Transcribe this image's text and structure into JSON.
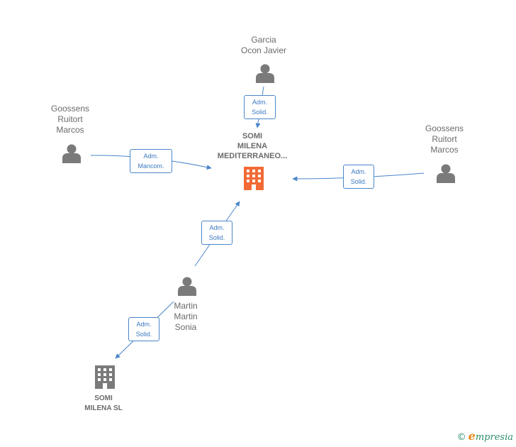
{
  "nodes": {
    "top_person": "Garcia\nOcon Javier",
    "left_person": "Goossens\nRuitort\nMarcos",
    "right_person": "Goossens\nRuitort\nMarcos",
    "middle_person": "Martin\nMartin\nSonia",
    "main_company": "SOMI\nMILENA\nMEDITERRANEO...",
    "sub_company": "SOMI\nMILENA  SL"
  },
  "edges": {
    "top": "Adm.\nSolid.",
    "left": "Adm.\nMancom.",
    "right": "Adm.\nSolid.",
    "middle": "Adm.\nSolid.",
    "lower": "Adm.\nSolid."
  },
  "colors": {
    "edge": "#4a86c8",
    "person_icon": "#7a7a7a",
    "main_company_icon": "#f26a35",
    "sub_company_icon": "#7a7a7a"
  },
  "footer": {
    "brand": "mpresia",
    "brand_initial": "e",
    "copyright_symbol": "©"
  }
}
